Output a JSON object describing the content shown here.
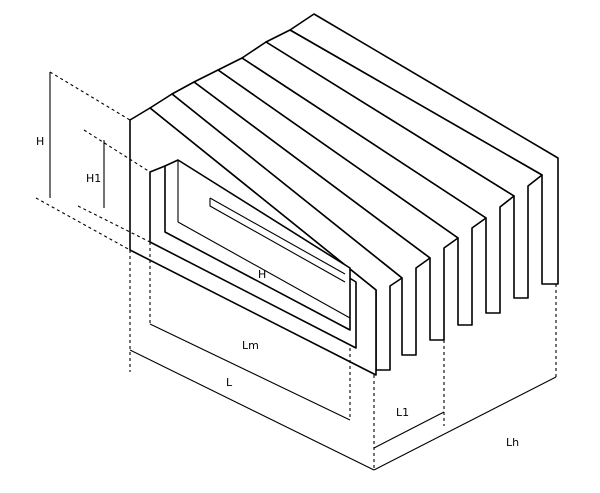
{
  "labels": {
    "height_outer": "H",
    "height_inner": "H1",
    "height_center": "H",
    "length_inner": "Lm",
    "length_outer": "L",
    "fold_pitch": "L1",
    "total_length": "Lh"
  }
}
